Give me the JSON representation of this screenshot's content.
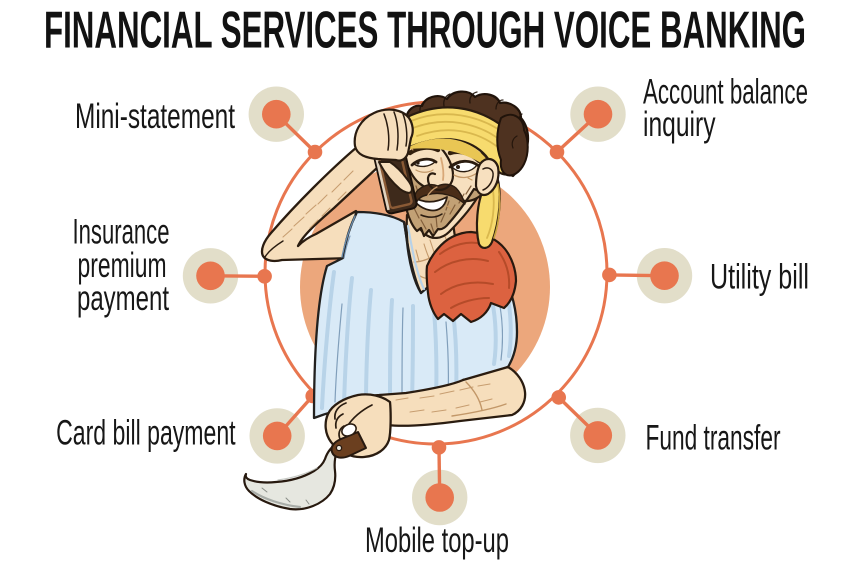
{
  "title": "FINANCIAL SERVICES THROUGH VOICE BANKING",
  "colors": {
    "accent": "#E8764F",
    "inner_circle": "#ECA77C",
    "halo": "#E2DEC9",
    "text": "#171717",
    "background": "#FFFFFF"
  },
  "illustration": {
    "name": "farmer-on-phone",
    "alt": "Farmer wearing a yellow turban holding a sickle while talking on a mobile phone"
  },
  "nodes": [
    {
      "id": "mini-statement",
      "label": "Mini-statement",
      "lines": [
        "Mini-statement"
      ]
    },
    {
      "id": "account-balance-inquiry",
      "label": "Account balance inquiry",
      "lines": [
        "Account balance",
        "inquiry"
      ]
    },
    {
      "id": "insurance-premium-payment",
      "label": "Insurance premium payment",
      "lines": [
        "Insurance",
        "premium",
        "payment"
      ]
    },
    {
      "id": "utility-bill",
      "label": "Utility bill",
      "lines": [
        "Utility bill"
      ]
    },
    {
      "id": "card-bill-payment",
      "label": "Card bill payment",
      "lines": [
        "Card bill payment"
      ]
    },
    {
      "id": "fund-transfer",
      "label": "Fund transfer",
      "lines": [
        "Fund transfer"
      ]
    },
    {
      "id": "mobile-top-up",
      "label": "Mobile top-up",
      "lines": [
        "Mobile top-up"
      ]
    }
  ]
}
